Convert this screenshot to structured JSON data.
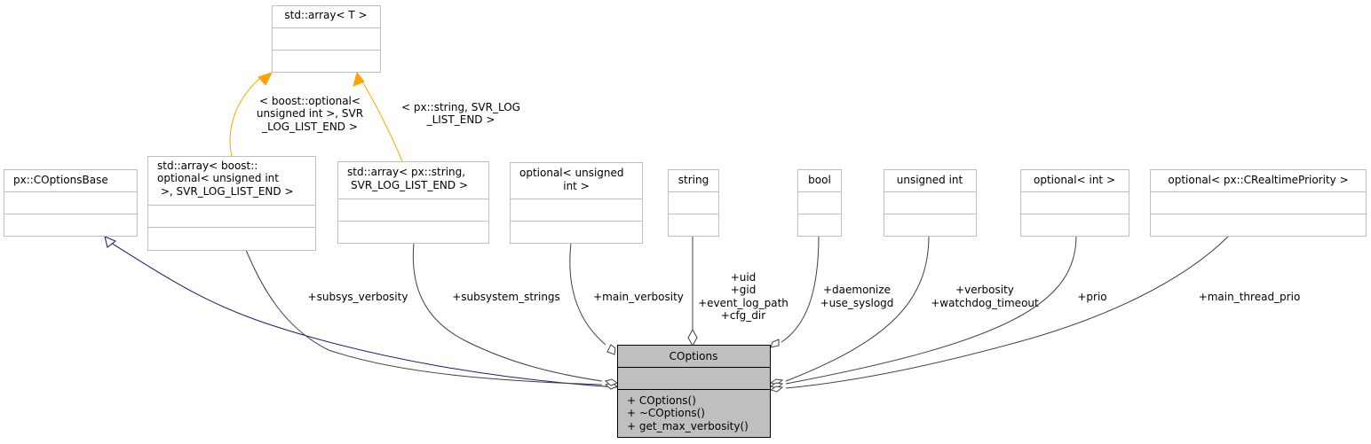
{
  "diagram": {
    "template_class": {
      "name": "std::array< T >",
      "attributes": [],
      "methods": []
    },
    "main_class": {
      "name": "COptions",
      "attributes": [],
      "methods": [
        "+ COptions()",
        "+ ~COptions()",
        "+ get_max_verbosity()"
      ]
    },
    "classes": [
      {
        "id": "coptionsbase",
        "lines": [
          "px::COptionsBase"
        ]
      },
      {
        "id": "array-optional-uint",
        "lines": [
          "std::array< boost::",
          "optional< unsigned int",
          " >, SVR_LOG_LIST_END >"
        ]
      },
      {
        "id": "array-pxstring",
        "lines": [
          "std::array< px::string,",
          "SVR_LOG_LIST_END >"
        ]
      },
      {
        "id": "optional-uint",
        "lines": [
          "optional< unsigned",
          "int >"
        ]
      },
      {
        "id": "string",
        "lines": [
          "string"
        ]
      },
      {
        "id": "bool",
        "lines": [
          "bool"
        ]
      },
      {
        "id": "unsigned-int",
        "lines": [
          "unsigned int"
        ]
      },
      {
        "id": "optional-int",
        "lines": [
          "optional< int >"
        ]
      },
      {
        "id": "optional-realtime",
        "lines": [
          "optional< px::CRealtimePriority >"
        ]
      }
    ],
    "template_labels": [
      {
        "id": "tmpl-optional",
        "lines": [
          "< boost::optional<",
          "unsigned int >, SVR",
          "_LOG_LIST_END >"
        ]
      },
      {
        "id": "tmpl-pxstring",
        "lines": [
          "< px::string, SVR_LOG",
          "_LIST_END >"
        ]
      }
    ],
    "member_labels": [
      {
        "id": "lbl-subsys-verbosity",
        "lines": [
          "+subsys_verbosity"
        ]
      },
      {
        "id": "lbl-subsystem-strings",
        "lines": [
          "+subsystem_strings"
        ]
      },
      {
        "id": "lbl-main-verbosity",
        "lines": [
          "+main_verbosity"
        ]
      },
      {
        "id": "lbl-string-members",
        "lines": [
          "+uid",
          "+gid",
          "+event_log_path",
          "+cfg_dir"
        ]
      },
      {
        "id": "lbl-bool-members",
        "lines": [
          "+daemonize",
          "+use_syslogd"
        ]
      },
      {
        "id": "lbl-uint-members",
        "lines": [
          "+verbosity",
          "+watchdog_timeout"
        ]
      },
      {
        "id": "lbl-prio",
        "lines": [
          "+prio"
        ]
      },
      {
        "id": "lbl-main-thread-prio",
        "lines": [
          "+main_thread_prio"
        ]
      }
    ],
    "colors": {
      "box_border": "#bfbfbf",
      "main_fill": "#bfbfbf",
      "main_border": "#000000",
      "inheritance": "#191970",
      "template_instance": "#ffa500",
      "composition": "#404040"
    }
  }
}
